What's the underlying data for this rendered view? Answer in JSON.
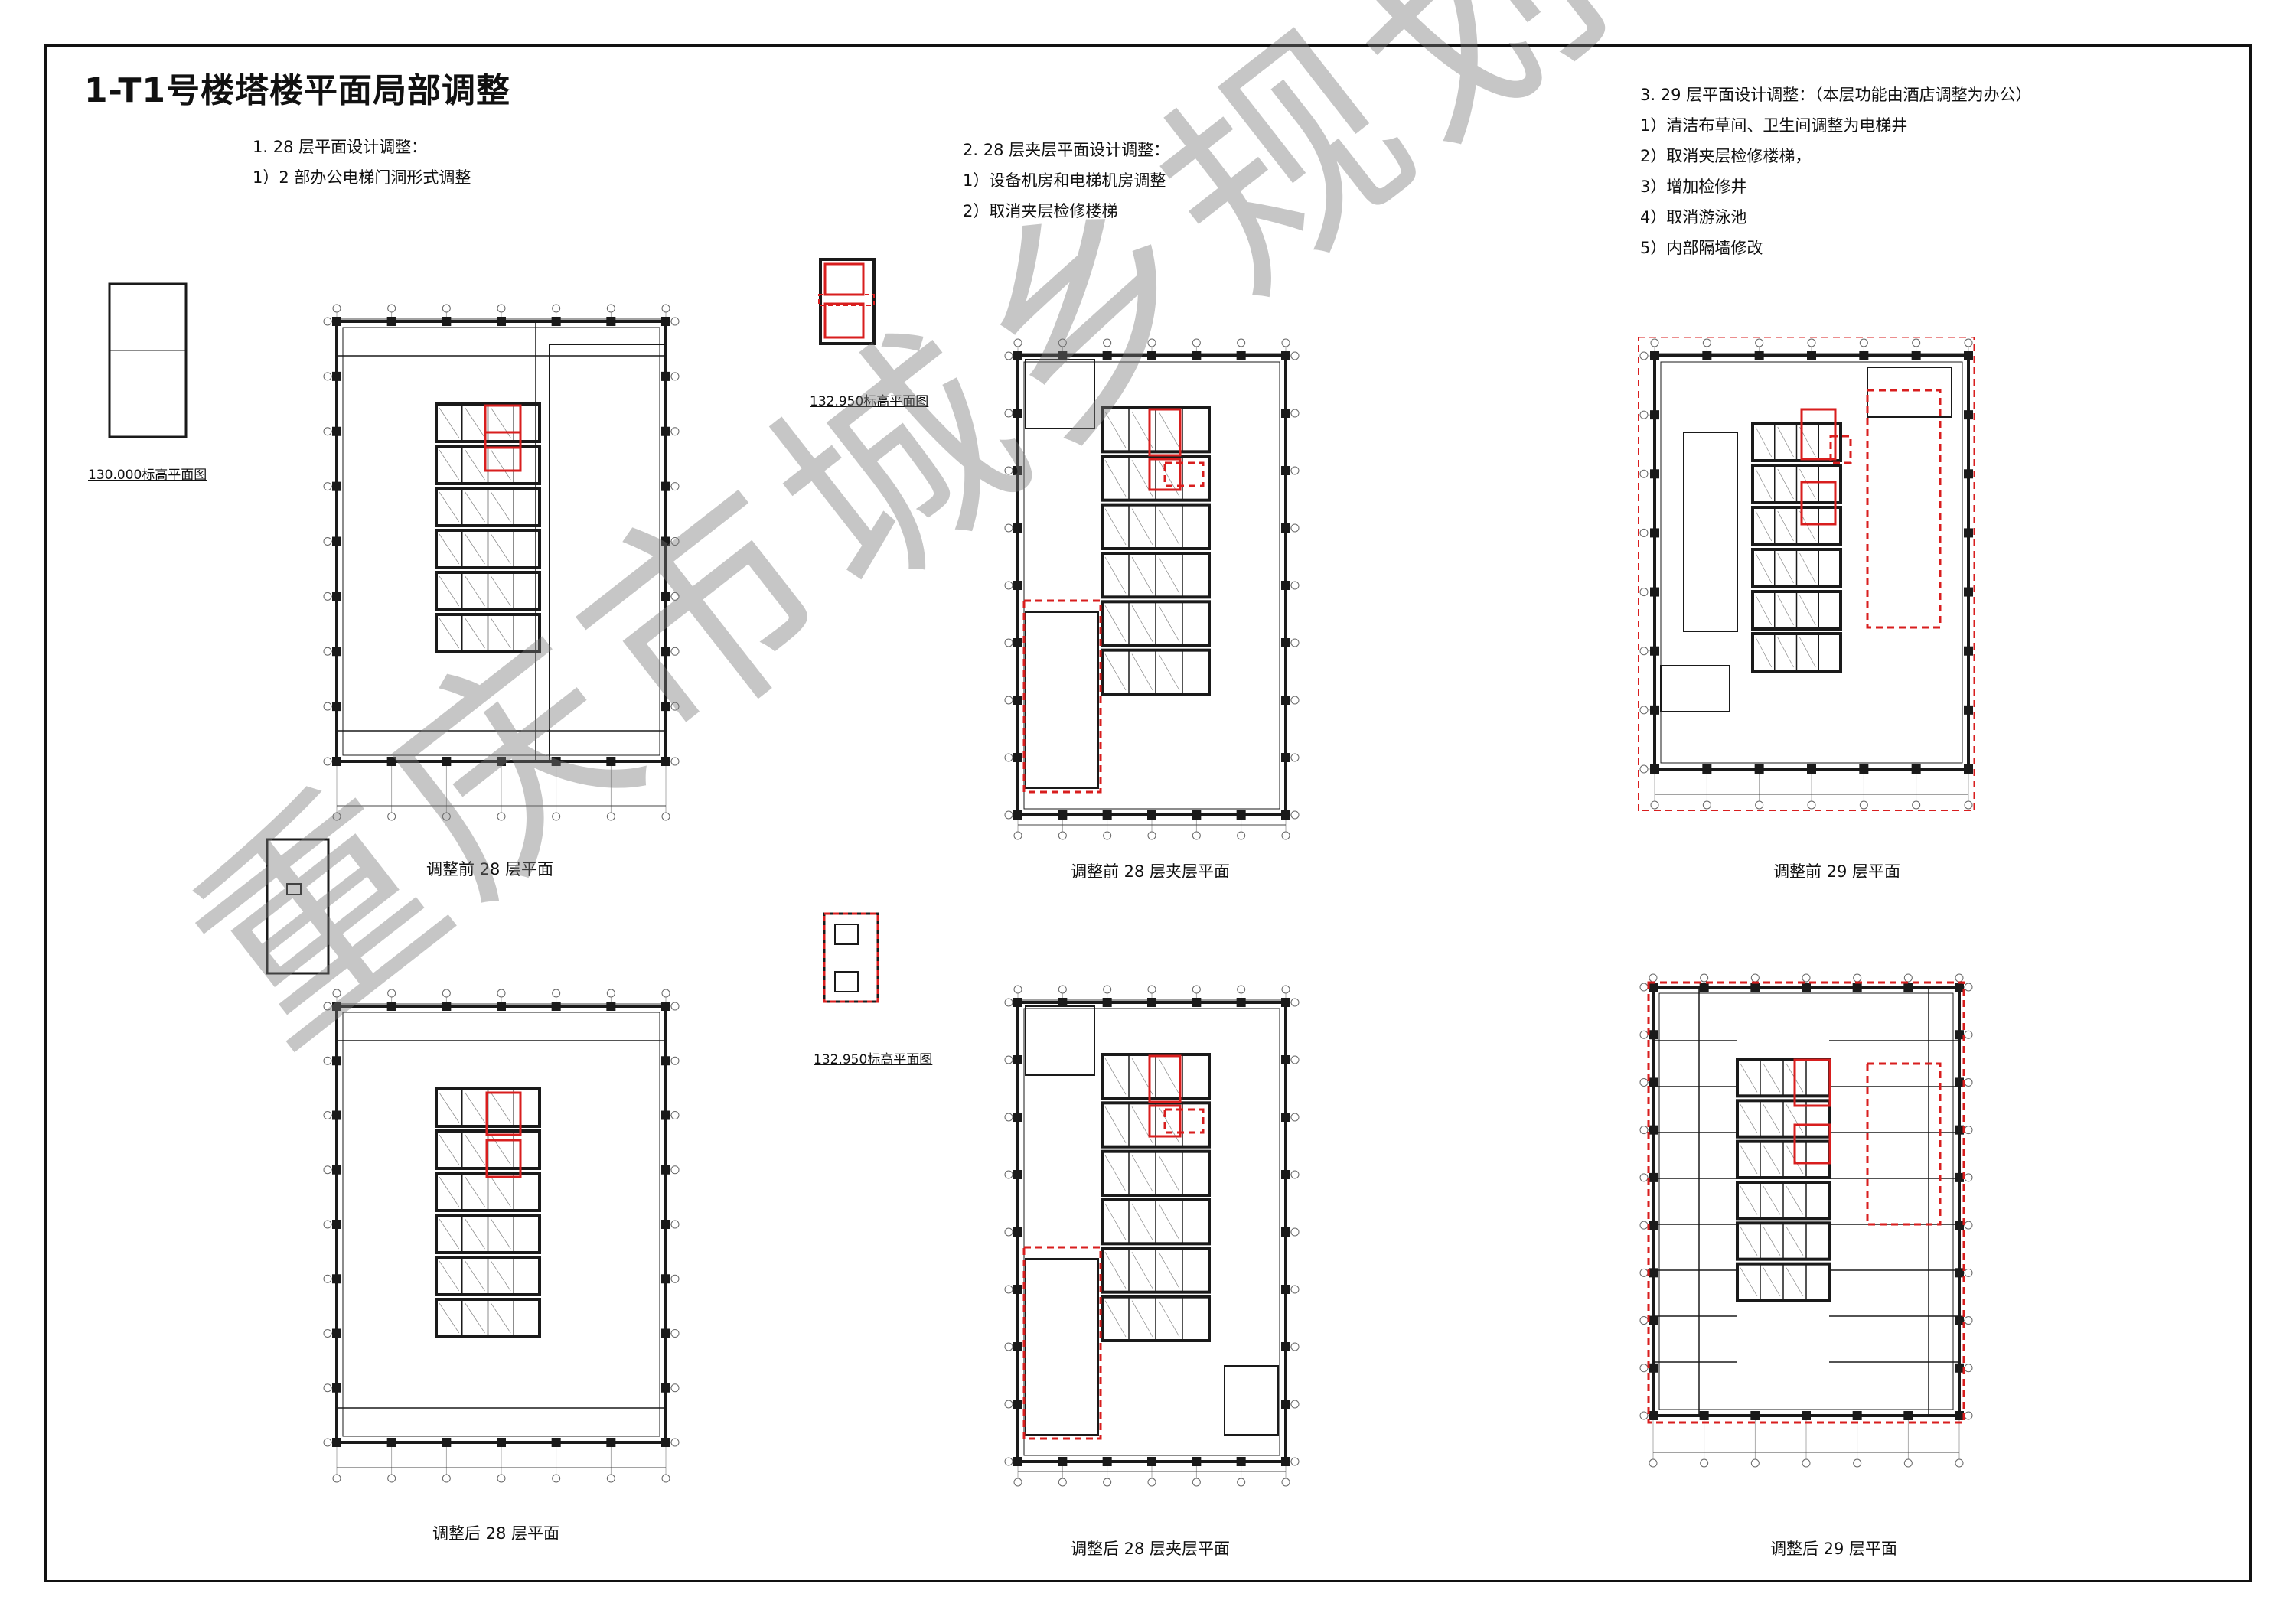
{
  "sheet_title": "1-T1号楼塔楼平面局部调整",
  "notes": {
    "n1": {
      "head": "1. 28 层平面设计调整：",
      "items": [
        "1）2 部办公电梯门洞形式调整"
      ]
    },
    "n2": {
      "head": "2. 28 层夹层平面设计调整：",
      "items": [
        "1）设备机房和电梯机房调整",
        "2）取消夹层检修楼梯"
      ]
    },
    "n3": {
      "head": "3. 29 层平面设计调整：（本层功能由酒店调整为办公）",
      "items": [
        "1）清洁布草间、卫生间调整为电梯井",
        "2）取消夹层检修楼梯，",
        "3）增加检修井",
        "4）取消游泳池",
        "5）内部隔墙修改"
      ]
    }
  },
  "captions": {
    "p1": "调整前 28 层平面",
    "p2": "调整前 28 层夹层平面",
    "p3": "调整前 29 层平面",
    "p4": "调整后 28 层平面",
    "p5": "调整后 28 层夹层平面",
    "p6": "调整后 29 层平面"
  },
  "mini_labels": {
    "m1": "130.000标高平面图",
    "m2": "132.950标高平面图",
    "m3": "132.950标高平面图"
  },
  "watermark": "重庆市城乡规划公示用图",
  "colors": {
    "line": "#1a1a1a",
    "revision": "#d81e1e",
    "watermark": "#8a8a8a"
  }
}
